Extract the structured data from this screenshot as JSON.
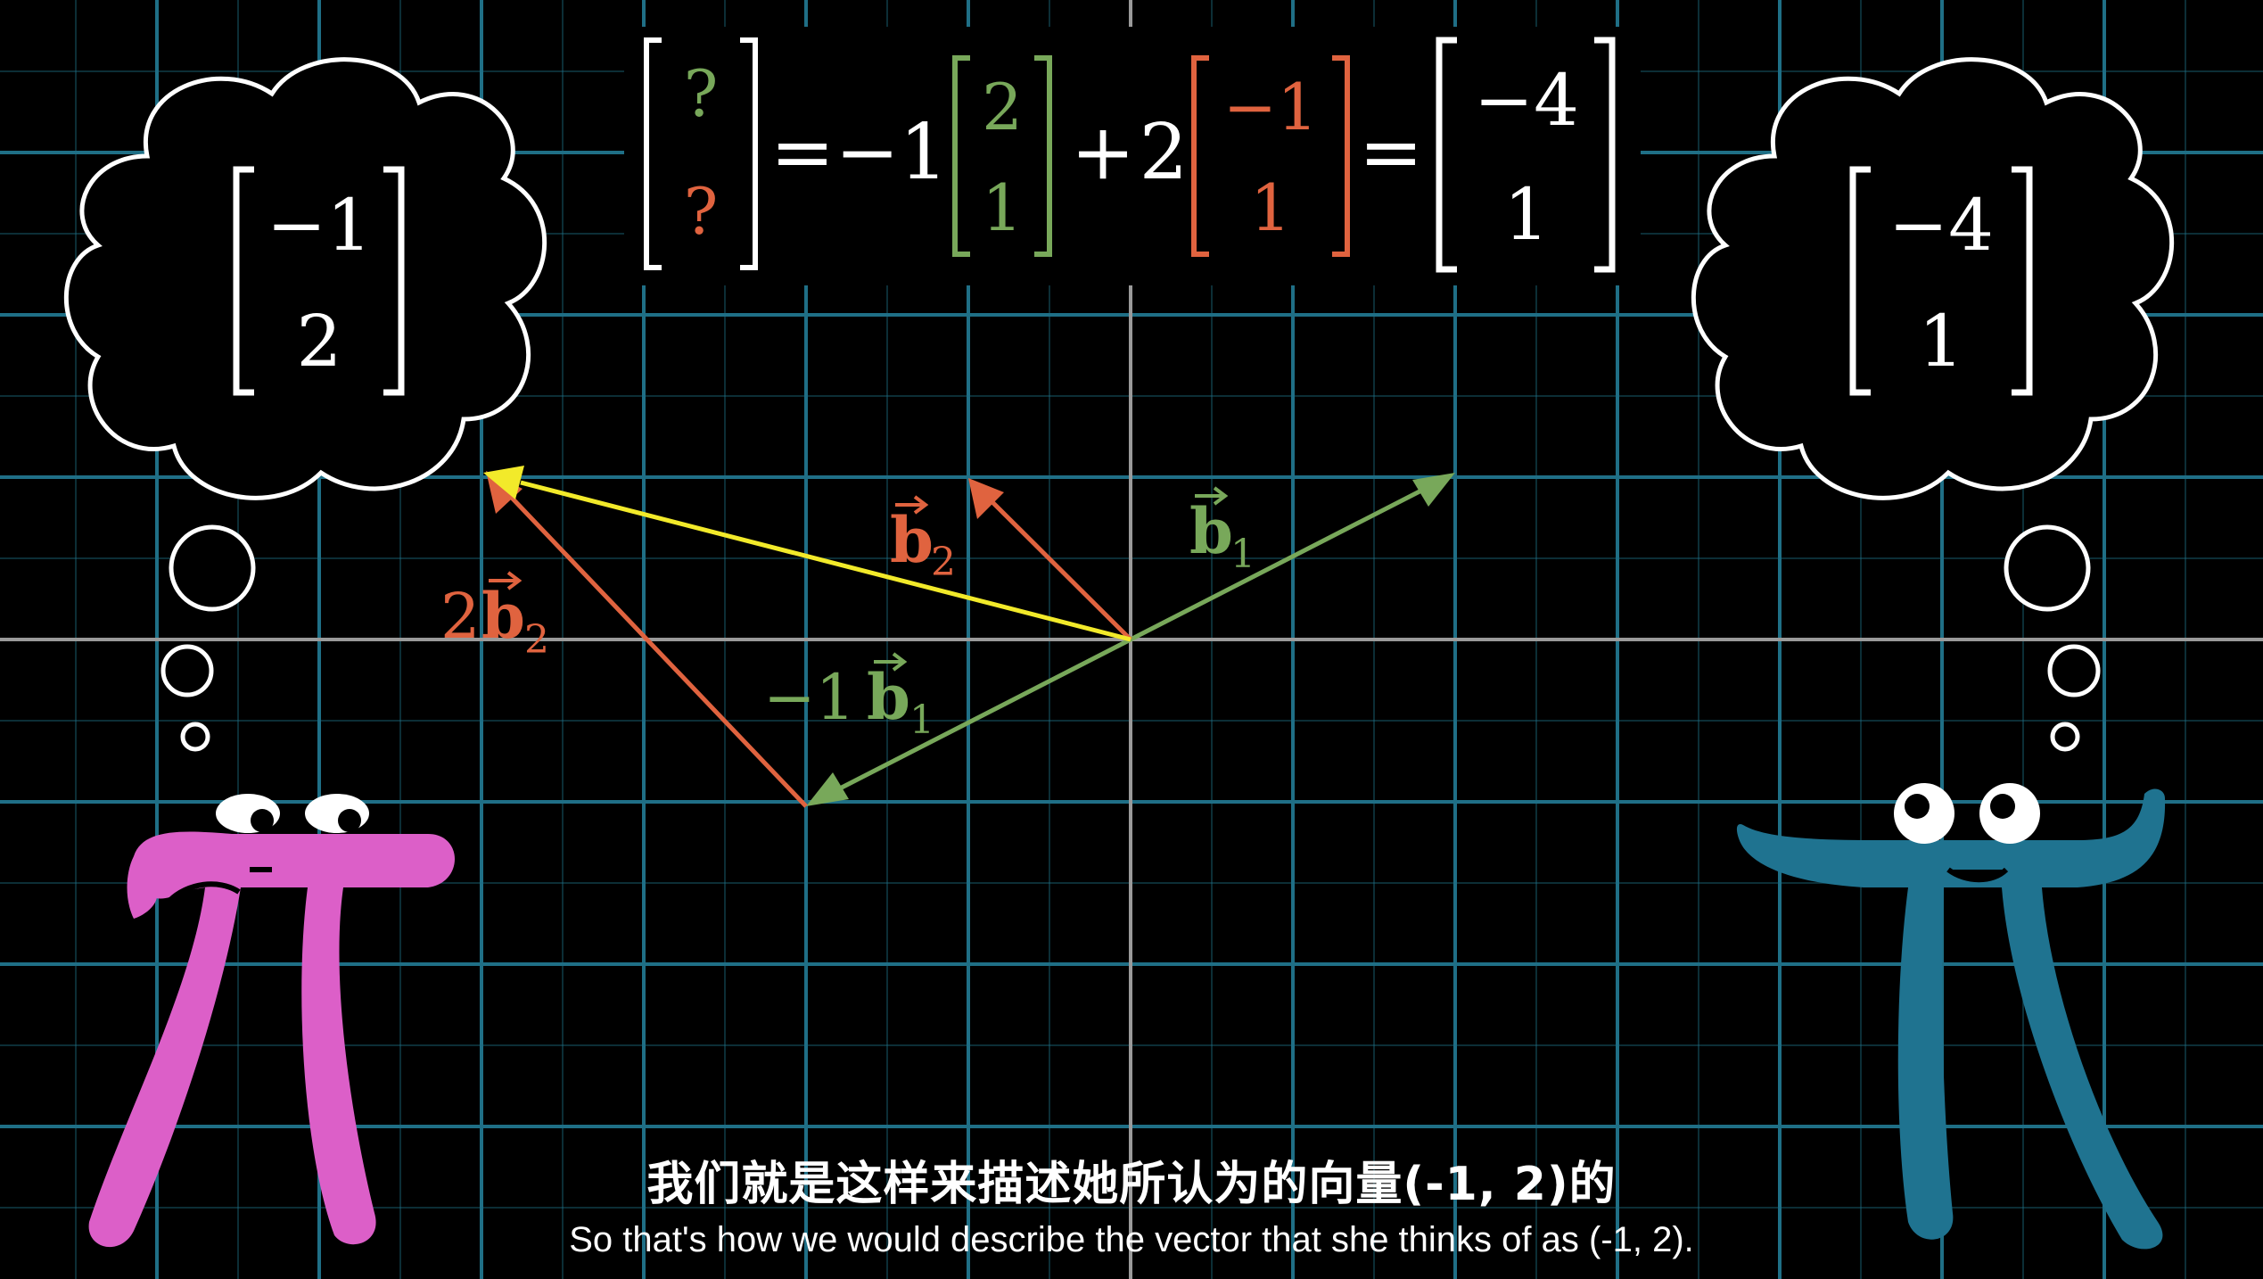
{
  "equation": {
    "unknown_top": "?",
    "unknown_bottom": "?",
    "equals_1": "=",
    "coef_1": "−1",
    "b1_top": "2",
    "b1_bottom": "1",
    "plus": "+",
    "coef_2": "2",
    "b2_top": "−1",
    "b2_bottom": "1",
    "equals_2": "=",
    "result_top": "−4",
    "result_bottom": "1"
  },
  "left_thought": {
    "top": "−1",
    "bottom": "2"
  },
  "right_thought": {
    "top": "−4",
    "bottom": "1"
  },
  "vector_labels": {
    "b2": "b",
    "b2_sub": "2",
    "b1": "b",
    "b1_sub": "1",
    "two_b2_coef": "2",
    "two_b2": "b",
    "two_b2_sub": "2",
    "neg_b1_coef": "−1",
    "neg_b1": "b",
    "neg_b1_sub": "1"
  },
  "subtitles": {
    "zh": "我们就是这样来描述她所认为的向量(-1, 2)的",
    "en": "So that's how we would describe the vector that she thinks of as (-1, 2)."
  },
  "colors": {
    "grid": "#1f6f86",
    "axis": "#9a9a9a",
    "b1": "#78a85a",
    "b2": "#e0633f",
    "sum": "#f2ea2a",
    "pink_pi": "#dc5fc8",
    "blue_pi": "#1f7390",
    "text": "#ffffff"
  }
}
